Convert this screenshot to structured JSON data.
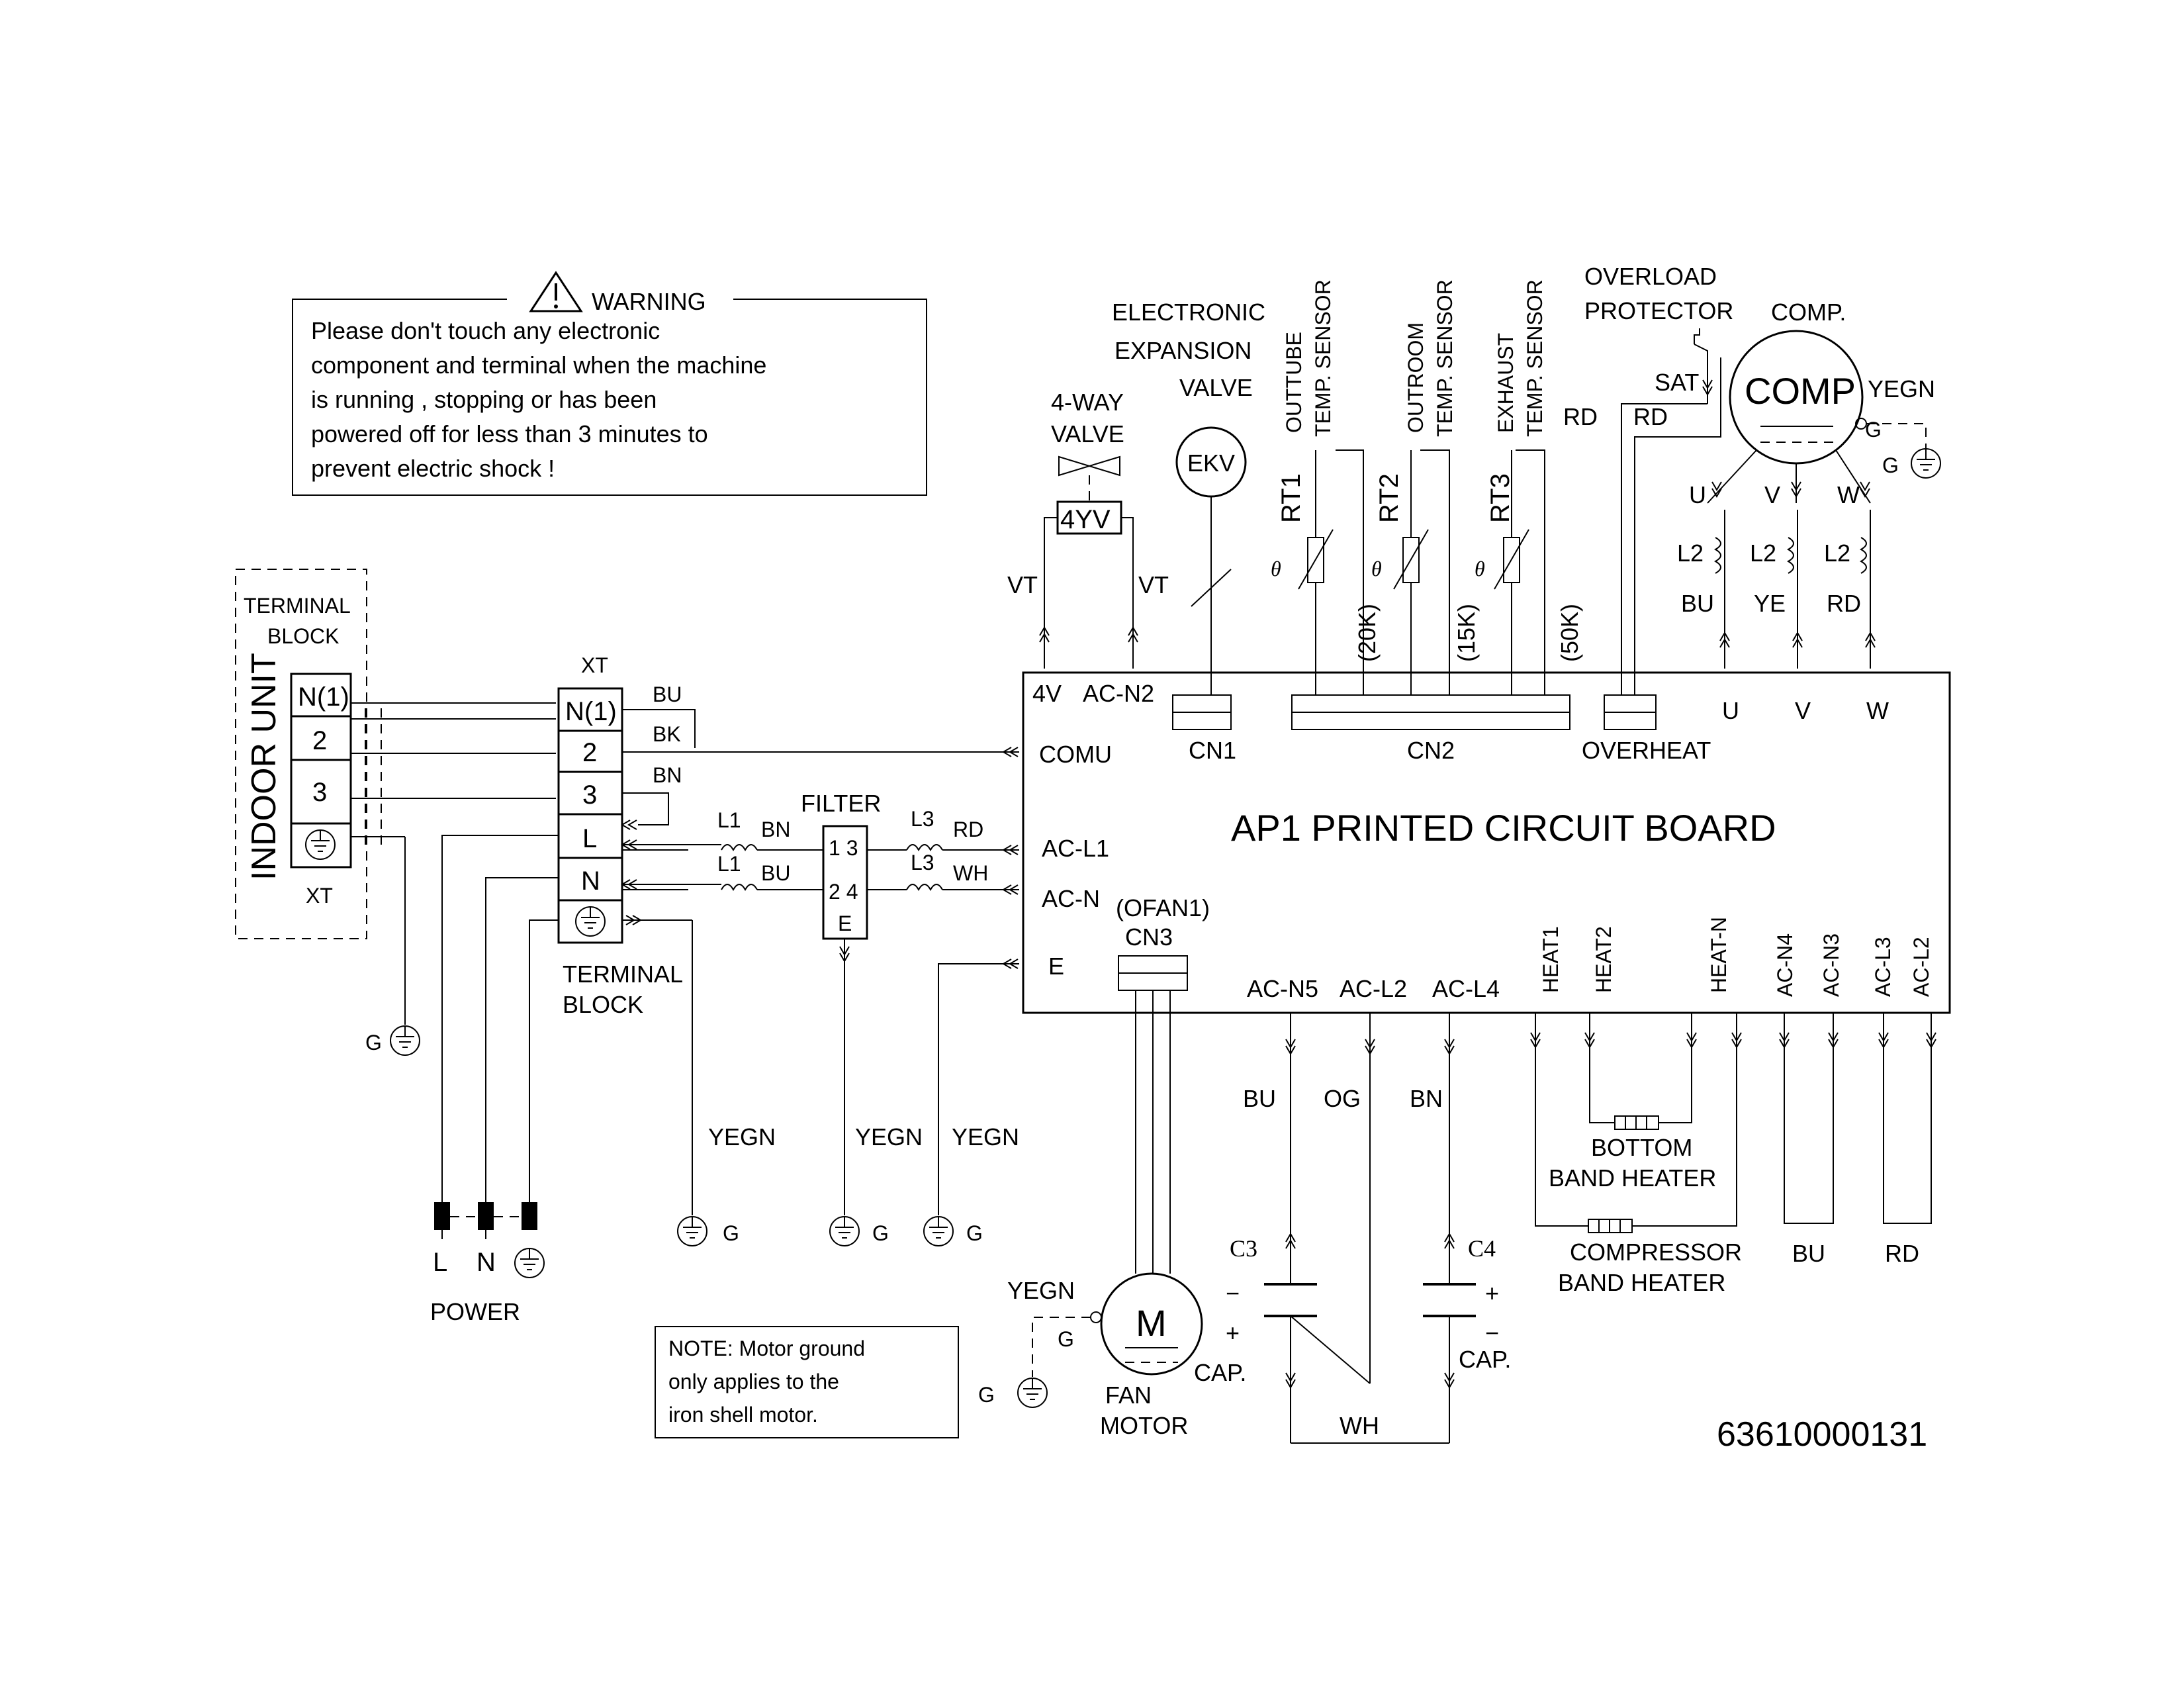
{
  "warning": {
    "title": "WARNING",
    "lines": [
      "Please don't touch any electronic",
      "component and terminal when the machine",
      "is running , stopping or has been",
      "powered off for less than 3 minutes to",
      "prevent electric shock !"
    ]
  },
  "indoor": {
    "title": "INDOOR UNIT",
    "block_label_1": "TERMINAL",
    "block_label_2": "BLOCK",
    "terminals": [
      "N(1)",
      "2",
      "3"
    ],
    "xt": "XT"
  },
  "xt_block": {
    "title": "XT",
    "terminals": [
      "N(1)",
      "2",
      "3",
      "L",
      "N"
    ],
    "label_1": "TERMINAL",
    "label_2": "BLOCK",
    "wire_colors": [
      "BU",
      "BK",
      "BN"
    ]
  },
  "power": {
    "label": "POWER",
    "l": "L",
    "n": "N"
  },
  "filter": {
    "title": "FILTER",
    "pins_top": "1 3",
    "pins_bottom": "2 4",
    "pin_e": "E",
    "in_l1_a": "L1",
    "in_bn": "BN",
    "in_l1_b": "L1",
    "in_bu": "BU",
    "out_l3_a": "L3",
    "out_rd": "RD",
    "out_l3_b": "L3",
    "out_wh": "WH"
  },
  "grounds": {
    "g": "G",
    "yegn": "YEGN"
  },
  "pcb": {
    "title": "AP1 PRINTED CIRCUIT BOARD",
    "left_labels": [
      "4V",
      "AC-N2",
      "COMU",
      "AC-L1",
      "AC-N",
      "E"
    ],
    "connectors": [
      "CN1",
      "CN2",
      "OVERHEAT"
    ],
    "uvw": [
      "U",
      "V",
      "W"
    ],
    "cn3_line1": "(OFAN1)",
    "cn3_line2": "CN3",
    "bottom_labels": [
      "AC-N5",
      "AC-L2",
      "AC-L4"
    ],
    "heat_labels": [
      "HEAT1",
      "HEAT2",
      "HEAT-N"
    ],
    "acn_labels": [
      "AC-N4",
      "AC-N3",
      "AC-L3",
      "AC-L2"
    ]
  },
  "valve": {
    "line1": "4-WAY",
    "line2": "VALVE",
    "code": "4YV",
    "vt1": "VT",
    "vt2": "VT"
  },
  "ekv": {
    "line1": "ELECTRONIC",
    "line2": "EXPANSION",
    "line3": "VALVE",
    "code": "EKV"
  },
  "sensors": [
    {
      "name1": "OUTTUBE",
      "name2": "TEMP. SENSOR",
      "rt": "RT1",
      "ohm": "(20K)"
    },
    {
      "name1": "OUTROOM",
      "name2": "TEMP. SENSOR",
      "rt": "RT2",
      "ohm": "(15K)"
    },
    {
      "name1": "EXHAUST",
      "name2": "TEMP. SENSOR",
      "rt": "RT3",
      "ohm": "(50K)"
    }
  ],
  "theta": "θ",
  "overload": {
    "line1": "OVERLOAD",
    "line2": "PROTECTOR",
    "sat": "SAT",
    "rd1": "RD",
    "rd2": "RD"
  },
  "comp": {
    "label": "COMP.",
    "code": "COMP",
    "yegn": "YEGN",
    "g1": "G",
    "g2": "G",
    "phases": [
      "U",
      "V",
      "W"
    ],
    "coils": [
      "L2",
      "L2",
      "L2"
    ],
    "wire_colors": [
      "BU",
      "YE",
      "RD"
    ]
  },
  "caps": {
    "c3": "C3",
    "c4": "C4",
    "cap1": "CAP.",
    "cap2": "CAP.",
    "wires": [
      "BU",
      "OG",
      "BN"
    ],
    "wh": "WH"
  },
  "heaters": {
    "bottom1": "BOTTOM",
    "bottom2": "BAND HEATER",
    "comp1": "COMPRESSOR",
    "comp2": "BAND HEATER",
    "bu": "BU",
    "rd": "RD"
  },
  "fan": {
    "code": "M",
    "line1": "FAN",
    "line2": "MOTOR",
    "yegn": "YEGN",
    "g_a": "G",
    "g_b": "G"
  },
  "note": {
    "lines": [
      "NOTE: Motor ground",
      "only applies to the",
      "iron shell motor."
    ]
  },
  "part_number": "63610000131"
}
